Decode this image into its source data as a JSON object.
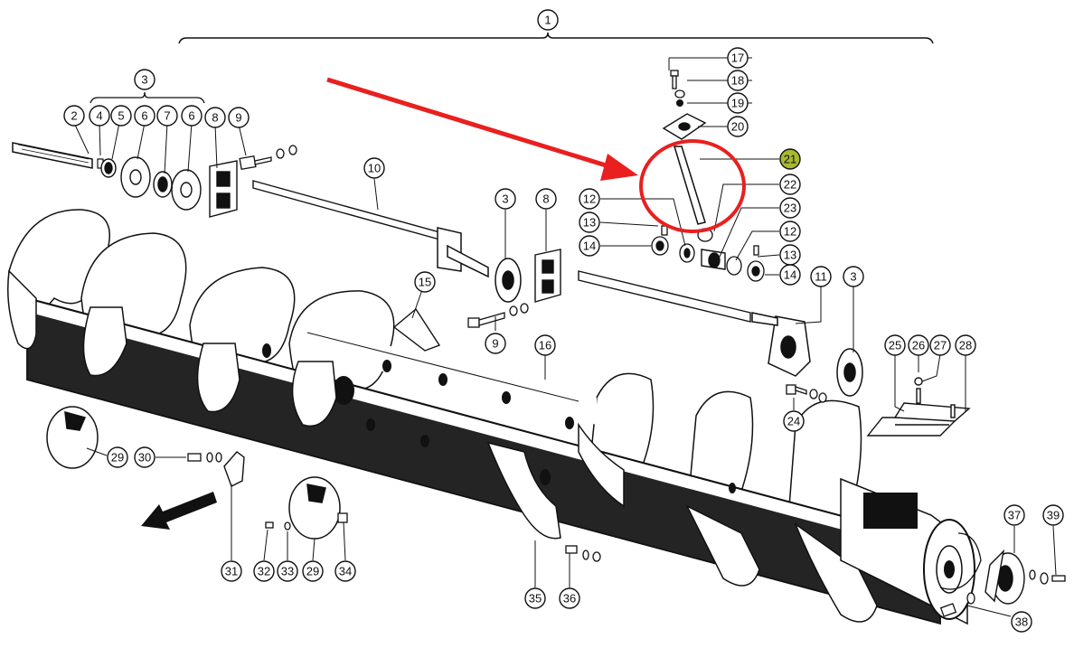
{
  "labels": [
    "1",
    "2",
    "3",
    "4",
    "5",
    "6",
    "7",
    "6",
    "8",
    "9",
    "10",
    "3",
    "8",
    "12",
    "13",
    "14",
    "15",
    "9",
    "16",
    "17",
    "18",
    "19",
    "20",
    "21",
    "22",
    "23",
    "12",
    "13",
    "14",
    "11",
    "3",
    "25",
    "26",
    "27",
    "28",
    "24",
    "29",
    "30",
    "31",
    "32",
    "33",
    "29",
    "34",
    "35",
    "36",
    "37",
    "39",
    "38"
  ],
  "colors": {
    "ink": "#111111",
    "paper": "#ffffff",
    "arrow": "#e8201f",
    "highlight_ring": "#e8201f",
    "highlight_badge": "#a8b832"
  },
  "highlighted_part": "21",
  "icons": [
    "red-pointer-arrow",
    "red-highlight-circle",
    "direction-arrow"
  ]
}
